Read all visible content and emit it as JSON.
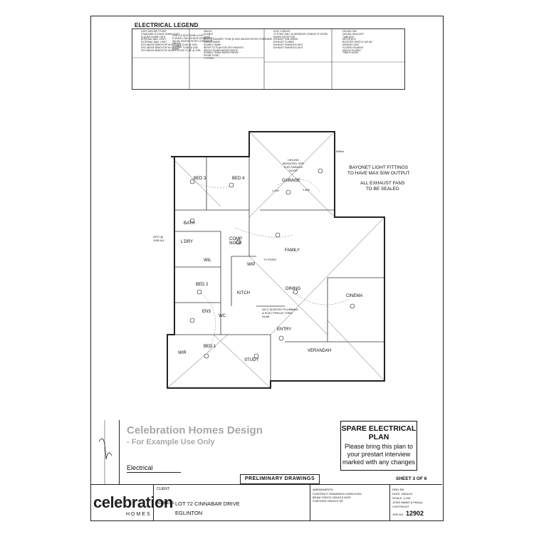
{
  "legend": {
    "title": "ELECTRICAL LEGEND",
    "col1": [
      "LIGHT BAYONET POINT",
      "STANDARD VOLTAGE DOWN LIGHT",
      "FLOURO DOWN LIGHT",
      "INTERNAL WALL LIGHT",
      "EXTERNAL WALL LIGHT",
      "GPO ABOVE BENCHTOP IN KITCHEN TO BE @ 1050",
      "GPO ABOVE BENCHTOP IN LAUNDRY TO BE @ 1050",
      "GPO ABOVE BENCHTOP IN BATH & ENS TO BE @ 1050"
    ],
    "col2": [
      "LOW VOLTAGE DOWN LIGHT",
      "FLOURO LOW VOLTAGE DOWN LIGHT",
      "300-WL UNLESS NOTED OTHERWISE",
      "SINGLE",
      "DOUBLE",
      "QUAD"
    ],
    "col3": [
      "SINGLE",
      "DOUBLE",
      "QUAD",
      "GPO TO LAUNDRY TO BE @ 1050 UNLESS NOTED OTHERWISE",
      "SINGLE 15AMP",
      "DOUBLE 15AMP",
      "REFER TO PLAN FOR GPO HEIGHTS",
      "SINGLE TEAMP WATER PROOF",
      "DOUBLE TEAMP WATER PROOF",
      "PHONE POINT",
      "TV POINT"
    ],
    "col4": [
      "ELEC CONDUIT",
      "TV POINT ONLY IN SEPARATE CONDUIT IF NOTED",
      "SMOKE DETECTOR",
      "EXHAUST FAN LINKED",
      "EXHAUST FLUMED",
      "EXHAUST FAN/HEAT/LIGHT",
      "EXHAUST FAN/HEAT/LIGHT"
    ],
    "col5": [
      "CEILING FAN",
      "CEILING FAN/LIGHT",
      "TUBE BOX",
      "METER BOX",
      "BOOSTER SWITCH 16/2-AN",
      "SENSOR LIGHT",
      "FLUORO HOUSING",
      "SINGLE FLUORO",
      "TWIN FLUORO"
    ]
  },
  "plan": {
    "notes": [
      "BAYONET LIGHT FITTINGS",
      "TO HAVE MAX 50W OUTPUT",
      "ALL EXHAUST FANS",
      "TO BE SEALED"
    ],
    "rooms": [
      "BED 3",
      "BED 4",
      "GARAGE",
      "BATH",
      "COMP NOOK",
      "L'DRY",
      "WIL",
      "FAMILY",
      "WIP",
      "BED 2",
      "KITCH",
      "DINING",
      "CINEMA",
      "ENS",
      "WC",
      "ENTRY",
      "BED 1",
      "WIR",
      "VERANDAH",
      "STUDY"
    ],
    "annotations": [
      "CEILING MOUNTED GPO FOR GARAGE DOOR",
      "1,000",
      "1,500",
      "NO.2 SLEEVES PLUMBING & ELEC PRELAY THRU SLAB",
      "GPO @ 1050 A/L",
      "TV POINT",
      "M/Box"
    ]
  },
  "watermark": {
    "title": "Celebration Homes Design",
    "subtitle": "- For Example Use Only"
  },
  "electrical_label": "Electrical",
  "spare": {
    "title": "SPARE ELECTRICAL PLAN",
    "body": [
      "Please bring this plan to",
      "your prestart interview",
      "marked with any changes"
    ]
  },
  "title_block": {
    "preliminary": "PRELIMINARY DRAWINGS",
    "sheet": "SHEET 3 OF 6",
    "logo": "celebration",
    "logo_sub": "HOMES",
    "client_label": "CLIENT:",
    "address_label": "ADDRESS:",
    "address1": "LOT 72 CINNABAR DRIVE",
    "address2": "EGLINTON",
    "amendments_label": "AMENDMENTS:",
    "amendments": [
      "CONTRACT DRAWINGS 03/09/13 BG",
      "BEAM CHECK 03/04/13 MGH",
      "CHECKED 03/04/13 3D"
    ],
    "drn": "DRN: BG",
    "date": "DATE: 03/04/13",
    "scale": "SCALE: 1:100",
    "owner": "12902 WANG & PAN.jcl",
    "copyright": "COPYRIGHT",
    "job_label": "JOB NO:",
    "job_no": "12902"
  }
}
